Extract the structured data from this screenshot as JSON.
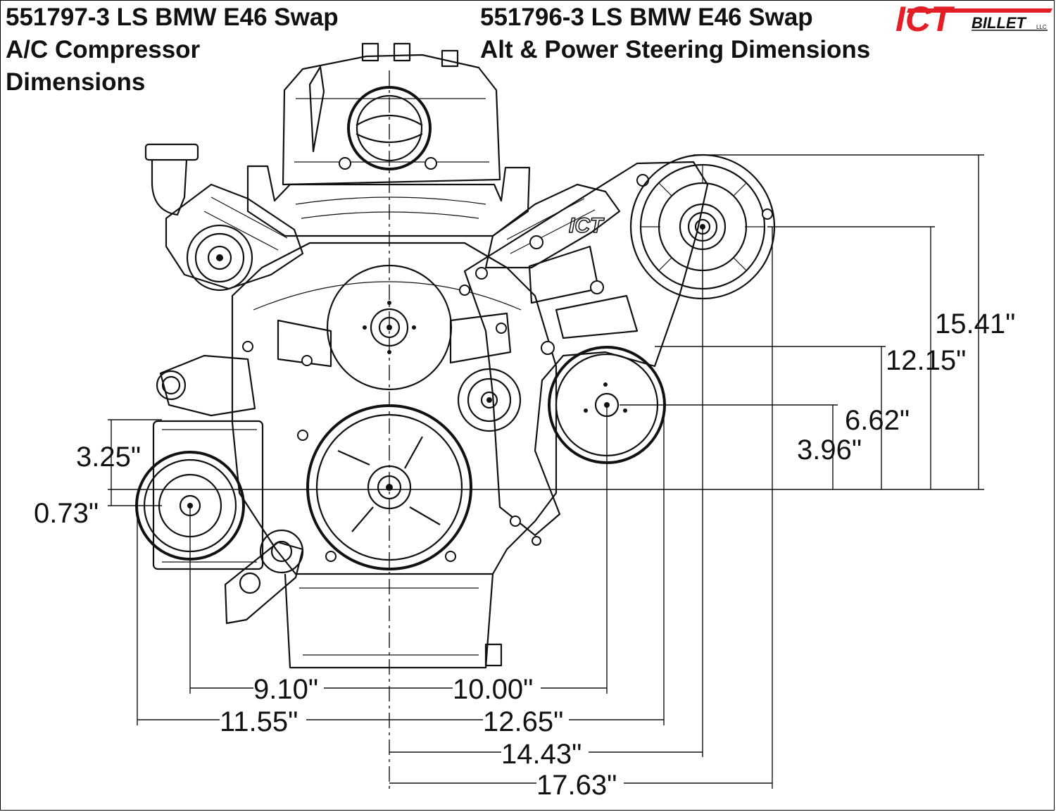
{
  "titles": {
    "ac_part": "551797-3 LS BMW E46 Swap",
    "ac_line2": "A/C Compressor",
    "ac_line3": "Dimensions",
    "alt_part": "551796-3 LS BMW E46 Swap",
    "alt_line2": "Alt & Power Steering Dimensions"
  },
  "logo": {
    "brand": "ICT",
    "sub": "BILLET",
    "llc": "LLC",
    "bracket_mark": "ICT",
    "brand_color": "#e41e26"
  },
  "dimensions": {
    "v_3_25": "3.25\"",
    "v_0_73": "0.73\"",
    "v_15_41": "15.41\"",
    "v_12_15": "12.15\"",
    "v_6_62": "6.62\"",
    "v_3_96": "3.96\"",
    "h_9_10": "9.10\"",
    "h_10_00": "10.00\"",
    "h_11_55": "11.55\"",
    "h_12_65": "12.65\"",
    "h_14_43": "14.43\"",
    "h_17_63": "17.63\""
  }
}
